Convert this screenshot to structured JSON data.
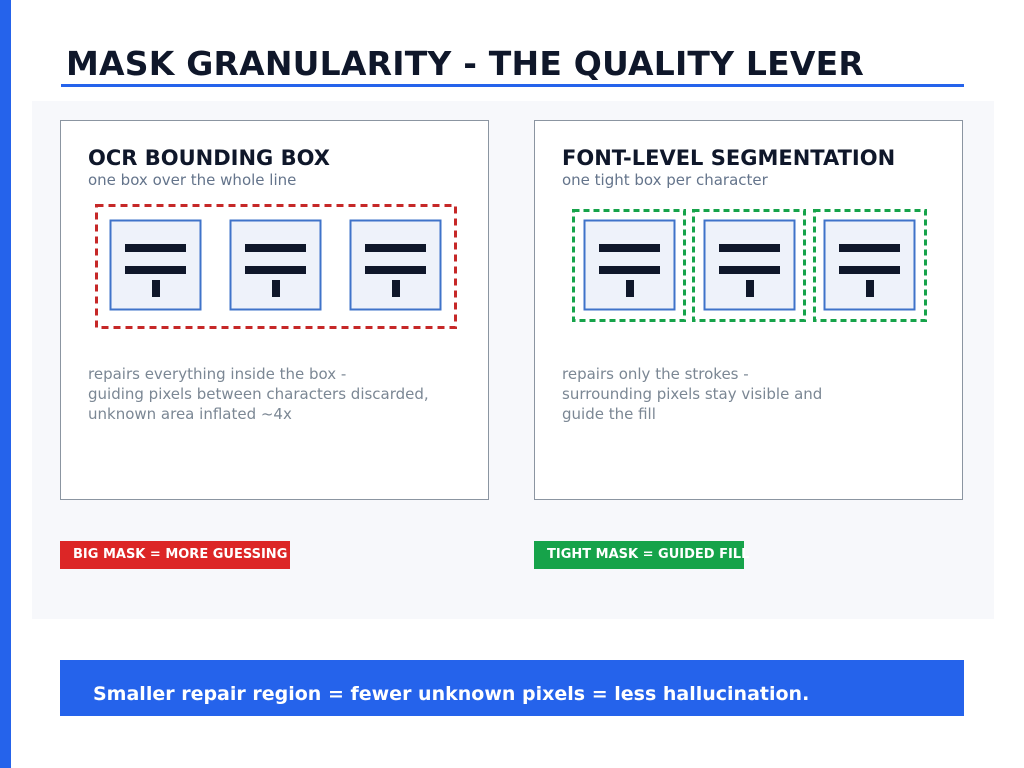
{
  "title": "MASK GRANULARITY - THE QUALITY LEVER",
  "colors": {
    "accent": "#2563eb",
    "ocr_mask": "#c62828",
    "font_mask": "#16a34a",
    "glyph_box_border": "#3f73c9",
    "glyph_box_fill": "#eef2fa",
    "glyph_stroke": "#0f172a"
  },
  "cards": {
    "ocr": {
      "title": "OCR BOUNDING BOX",
      "subtitle": "one box over the whole line",
      "description": [
        "repairs everything inside the box -",
        "guiding pixels between characters discarded,",
        "unknown area inflated ~4x"
      ],
      "glyph_count": 3,
      "mask_mode": "single box over whole line",
      "badge": "BIG MASK = MORE GUESSING"
    },
    "font": {
      "title": "FONT-LEVEL SEGMENTATION",
      "subtitle": "one tight box per character",
      "description": [
        "repairs only the strokes -",
        "surrounding pixels stay visible and",
        "guide the fill"
      ],
      "glyph_count": 3,
      "mask_mode": "one box per character",
      "badge": "TIGHT MASK = GUIDED FILL"
    }
  },
  "footer": "Smaller repair region = fewer unknown pixels = less hallucination."
}
